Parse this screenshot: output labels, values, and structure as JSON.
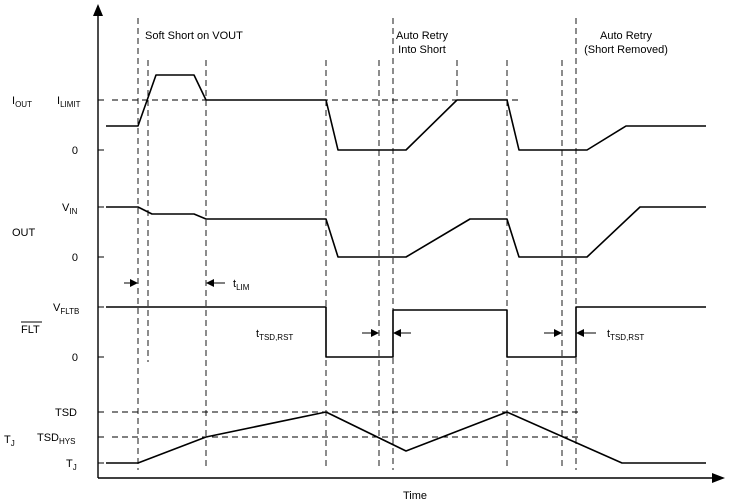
{
  "annotations": {
    "soft_short": "Soft Short on VOUT",
    "auto_retry_short_1": "Auto Retry",
    "auto_retry_short_2": "Into Short",
    "auto_retry_removed_1": "Auto Retry",
    "auto_retry_removed_2": "(Short Removed)"
  },
  "signals": {
    "iout": {
      "main": "I",
      "sub": "OUT"
    },
    "out": {
      "main": "OUT"
    },
    "flt": {
      "main": "FLT",
      "overbar": true
    },
    "tj": {
      "main": "T",
      "sub": "J"
    }
  },
  "levels": {
    "ilimit": {
      "main": "I",
      "sub": "LIMIT"
    },
    "iout_zero": "0",
    "vin": {
      "main": "V",
      "sub": "IN"
    },
    "out_zero": "0",
    "vfltb": {
      "main": "V",
      "sub": "FLTB"
    },
    "flt_zero": "0",
    "tsd": "TSD",
    "tsd_hys": {
      "main": "TSD",
      "sub": "HYS"
    },
    "tj": {
      "main": "T",
      "sub": "J"
    }
  },
  "timing": {
    "t_lim": {
      "main": "t",
      "sub": "LIM"
    },
    "t_tsd_rst_1": {
      "main": "t",
      "sub": "TSD,RST"
    },
    "t_tsd_rst_2": {
      "main": "t",
      "sub": "TSD,RST"
    }
  },
  "axis": {
    "x_label": "Time"
  }
}
